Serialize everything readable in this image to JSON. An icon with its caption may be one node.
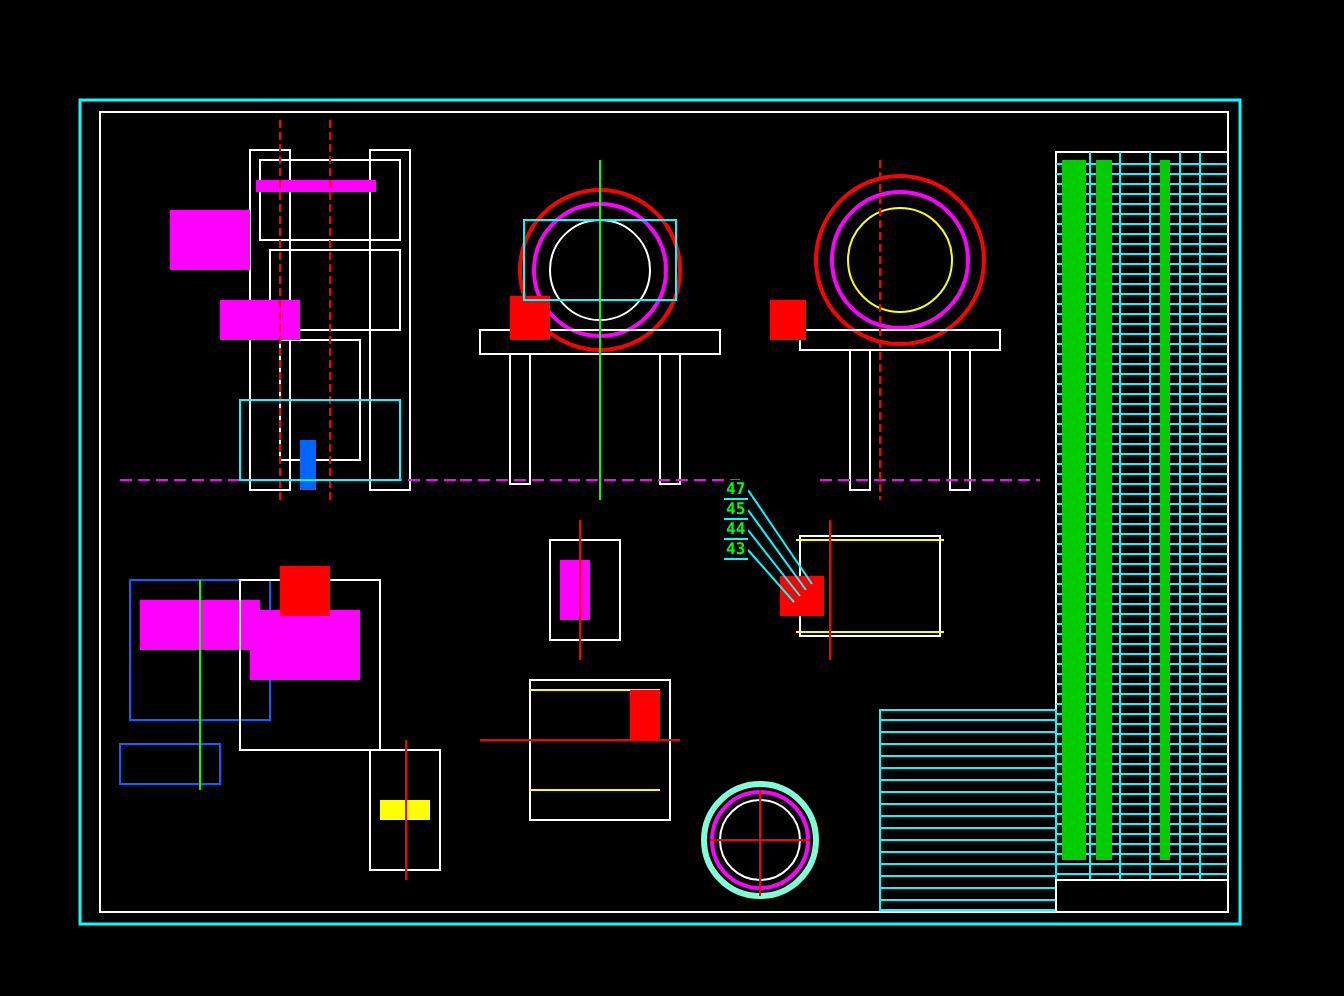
{
  "diagram": {
    "nodes": [
      {
        "text": [
          "47"
        ]
      },
      {
        "text": [
          "45"
        ]
      },
      {
        "text": [
          "44"
        ]
      },
      {
        "text": [
          "43"
        ]
      }
    ],
    "edges": [
      {
        "from": 0,
        "to": null,
        "arrow": "none"
      },
      {
        "from": 1,
        "to": null,
        "arrow": "none"
      },
      {
        "from": 2,
        "to": null,
        "arrow": "none"
      },
      {
        "from": 3,
        "to": null,
        "arrow": "none"
      }
    ]
  }
}
